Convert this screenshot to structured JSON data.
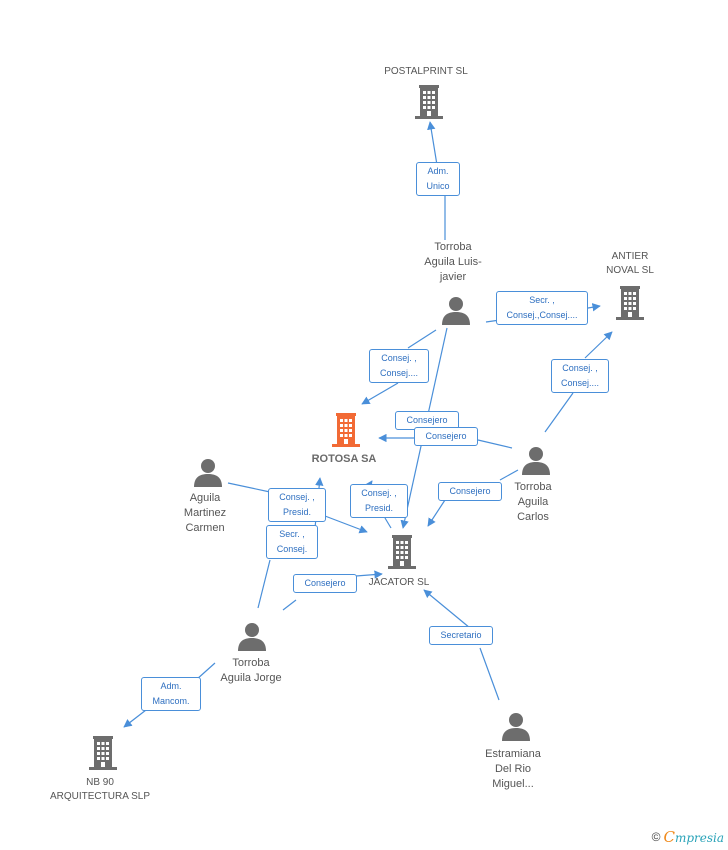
{
  "nodes": {
    "postalprint": {
      "label": "POSTALPRINT SL",
      "type": "company"
    },
    "torroba_luis": {
      "label": [
        "Torroba",
        "Aguila Luis-",
        "javier"
      ],
      "type": "person"
    },
    "antier": {
      "label": [
        "ANTIER",
        "NOVAL  SL"
      ],
      "type": "company"
    },
    "rotosa": {
      "label": "ROTOSA SA",
      "type": "company",
      "highlight": true
    },
    "aguila_martinez": {
      "label": [
        "Aguila",
        "Martinez",
        "Carmen"
      ],
      "type": "person"
    },
    "torroba_carlos": {
      "label": [
        "Torroba",
        "Aguila",
        "Carlos"
      ],
      "type": "person"
    },
    "jacator": {
      "label": "JACATOR SL",
      "type": "company"
    },
    "torroba_jorge": {
      "label": [
        "Torroba",
        "Aguila Jorge"
      ],
      "type": "person"
    },
    "nb90": {
      "label": [
        "NB 90",
        "ARQUITECTURA SLP"
      ],
      "type": "company"
    },
    "estramiana": {
      "label": [
        "Estramiana",
        "Del Rio",
        "Miguel..."
      ],
      "type": "person"
    }
  },
  "edges": {
    "luis_postalprint": [
      "Adm.",
      "Unico"
    ],
    "luis_antier": [
      "Secr. ,",
      "Consej.,Consej...."
    ],
    "carlos_antier": [
      "Consej. ,",
      "Consej...."
    ],
    "luis_rotosa": [
      "Consej. ,",
      "Consej...."
    ],
    "luis_jacator": [
      "Consejero"
    ],
    "carlos_rotosa": [
      "Consejero"
    ],
    "carlos_jacator": [
      "Consejero"
    ],
    "martinez_jacator": [
      "Consej. ,",
      "Presid."
    ],
    "jacator_rotosa": [
      "Consej. ,",
      "Presid."
    ],
    "jorge_rotosa": [
      "Secr. ,",
      "Consej."
    ],
    "jorge_jacator": [
      "Consejero"
    ],
    "estramiana_jacator": [
      "Secretario"
    ],
    "jorge_nb90": [
      "Adm.",
      "Mancom."
    ]
  },
  "colors": {
    "edge": "#4a8fd9",
    "company": "#6d6d6d",
    "company_highlight": "#f26a35",
    "person": "#6d6d6d"
  },
  "footer": {
    "copyright": "©",
    "brand_first": "C",
    "brand_rest": "mpresia"
  }
}
